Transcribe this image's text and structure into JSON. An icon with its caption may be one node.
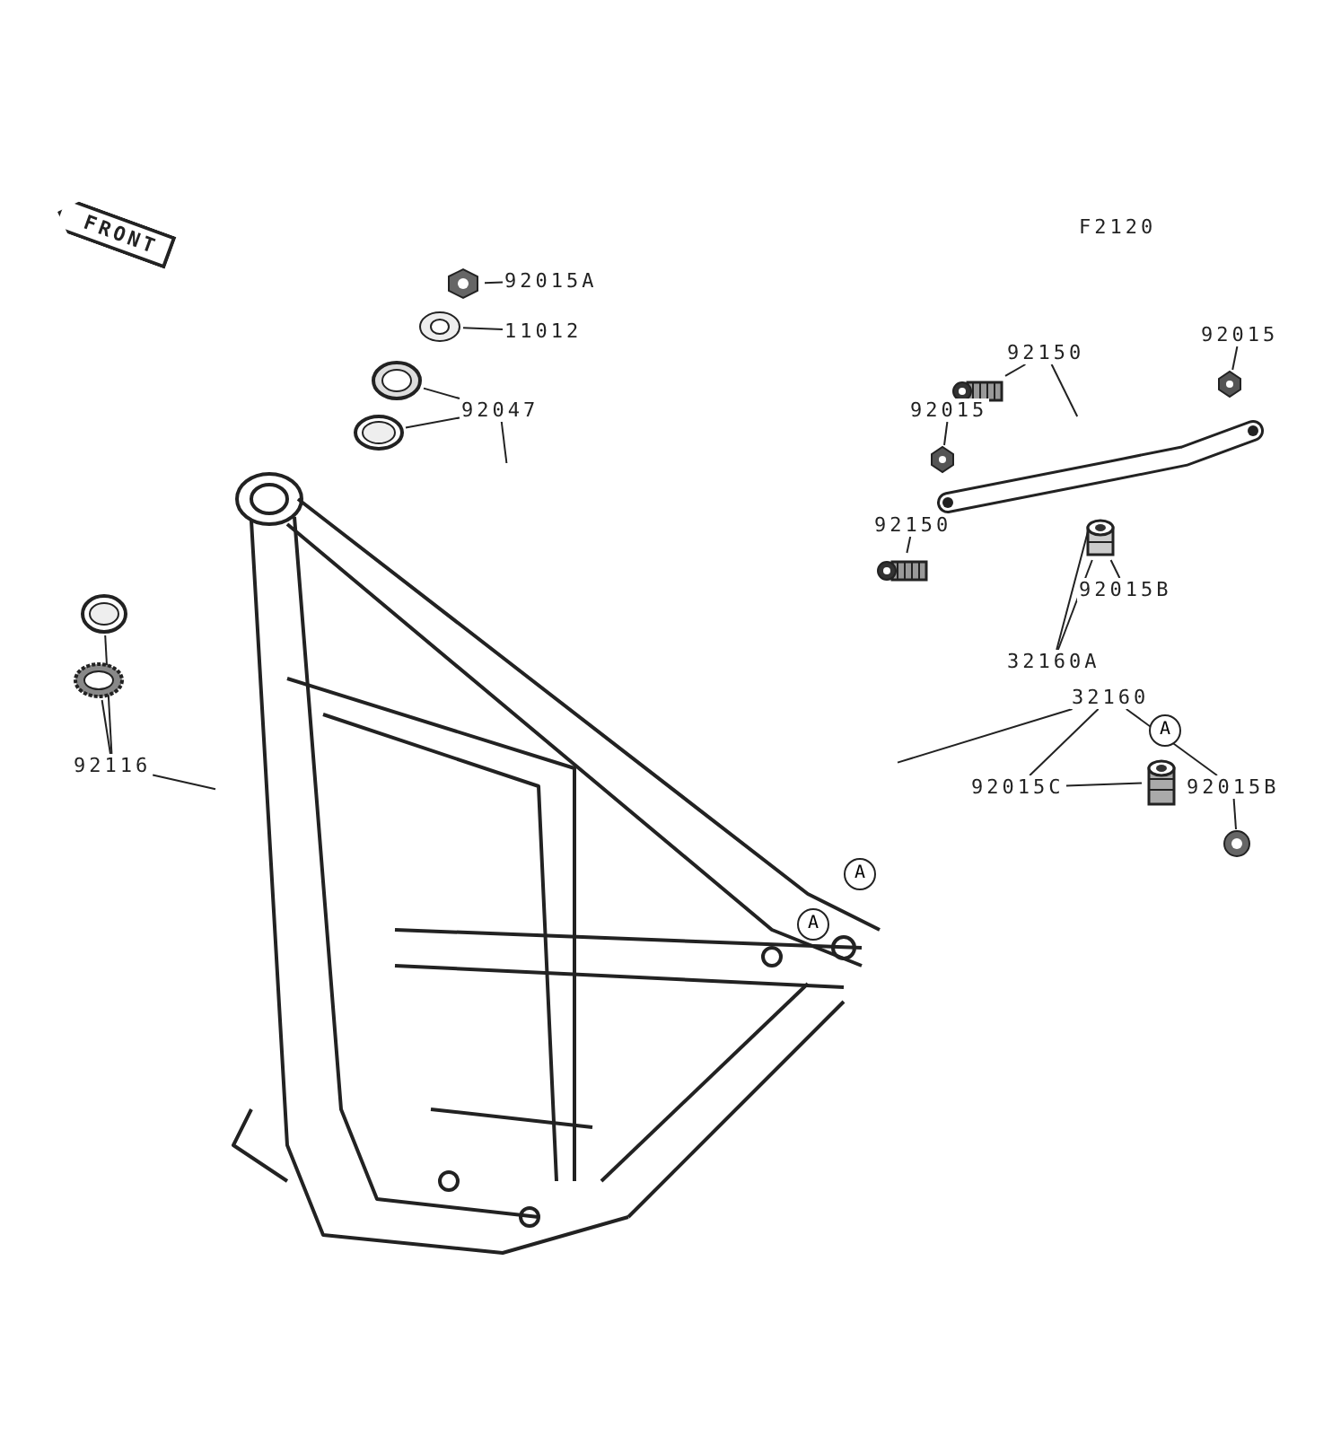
{
  "diagram": {
    "nodes": [
      {
        "text": [
          "92015A"
        ]
      },
      {
        "text": [],
        "shape": "picture"
      },
      {
        "text": [
          "11012"
        ]
      },
      {
        "text": [],
        "shape": "picture"
      },
      {
        "text": [
          "92047"
        ]
      },
      {
        "text": [],
        "shape": "picture"
      },
      {
        "text": [],
        "shape": "picture"
      },
      {
        "text": [],
        "shape": "picture"
      },
      {
        "text": [
          "92116"
        ]
      },
      {
        "text": [],
        "shape": "picture"
      },
      {
        "text": [],
        "shape": "picture"
      },
      {
        "text": [
          "92150"
        ]
      },
      {
        "text": [],
        "shape": "picture"
      },
      {
        "text": [
          "92015"
        ]
      },
      {
        "text": [],
        "shape": "picture"
      },
      {
        "text": [
          "92015"
        ]
      },
      {
        "text": [],
        "shape": "picture"
      },
      {
        "text": [
          "92150"
        ]
      },
      {
        "text": [],
        "shape": "picture"
      },
      {
        "text": [
          "92015B"
        ]
      },
      {
        "text": [],
        "shape": "picture"
      },
      {
        "text": [
          "32160A"
        ]
      },
      {
        "text": [],
        "shape": "picture"
      },
      {
        "text": [
          "32160"
        ]
      },
      {
        "text": [
          "92015C"
        ]
      },
      {
        "text": [],
        "shape": "picture"
      },
      {
        "text": [
          "92015B"
        ]
      },
      {
        "text": [],
        "shape": "picture"
      }
    ],
    "edges": [
      {
        "from": 0,
        "to": 1,
        "arrow": "none"
      },
      {
        "from": 2,
        "to": 3,
        "arrow": "none"
      },
      {
        "from": 4,
        "to": 5,
        "arrow": "none"
      },
      {
        "from": 4,
        "to": 6,
        "arrow": "none"
      },
      {
        "from": 4,
        "to": 7,
        "arrow": "none"
      },
      {
        "from": 8,
        "to": 9,
        "arrow": "none"
      },
      {
        "from": 8,
        "to": 10,
        "arrow": "none"
      },
      {
        "from": 8,
        "to": 7,
        "arrow": "none"
      },
      {
        "from": 11,
        "to": 12,
        "arrow": "none"
      },
      {
        "from": 11,
        "to": 22,
        "arrow": "none"
      },
      {
        "from": 13,
        "to": 14,
        "arrow": "none"
      },
      {
        "from": 15,
        "to": 16,
        "arrow": "none"
      },
      {
        "from": 17,
        "to": 18,
        "arrow": "none"
      },
      {
        "from": 19,
        "to": 20,
        "arrow": "none"
      },
      {
        "from": 21,
        "to": 22,
        "arrow": "none"
      },
      {
        "from": 21,
        "to": 20,
        "arrow": "none"
      },
      {
        "from": 23,
        "to": 7,
        "arrow": "none"
      },
      {
        "from": 23,
        "to": 24,
        "arrow": "none"
      },
      {
        "from": 23,
        "to": 26,
        "arrow": "none"
      },
      {
        "from": 24,
        "to": 25,
        "arrow": "none"
      },
      {
        "from": 26,
        "to": 27,
        "arrow": "none"
      }
    ],
    "labels": [
      "F2120",
      "FRONT",
      "A",
      "A",
      "A"
    ]
  }
}
